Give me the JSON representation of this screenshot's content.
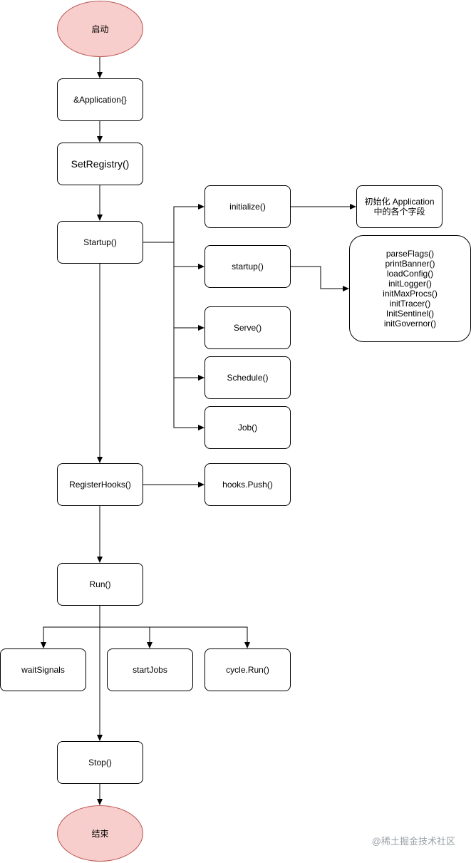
{
  "nodes": {
    "start": "启动",
    "application": "&Application{}",
    "set_registry": "SetRegistry()",
    "startup": "Startup()",
    "initialize": "initialize()",
    "init_desc": "初始化 Application 中的各个字段",
    "startup_lower": "startup()",
    "startup_steps": [
      "parseFlags()",
      "printBanner()",
      "loadConfig()",
      "initLogger()",
      "initMaxProcs()",
      "initTracer()",
      "InitSentinel()",
      "initGovernor()"
    ],
    "serve": "Serve()",
    "schedule": "Schedule()",
    "job": "Job()",
    "register_hooks": "RegisterHooks()",
    "hooks_push": "hooks.Push()",
    "run": "Run()",
    "wait_signals": "waitSignals",
    "start_jobs": "startJobs",
    "cycle_run": "cycle.Run()",
    "stop": "Stop()",
    "end": "结束"
  },
  "watermark": "@稀土掘金技术社区",
  "colors": {
    "terminal_fill": "#f8cecc",
    "terminal_stroke": "#b85450",
    "edge": "#000000"
  }
}
